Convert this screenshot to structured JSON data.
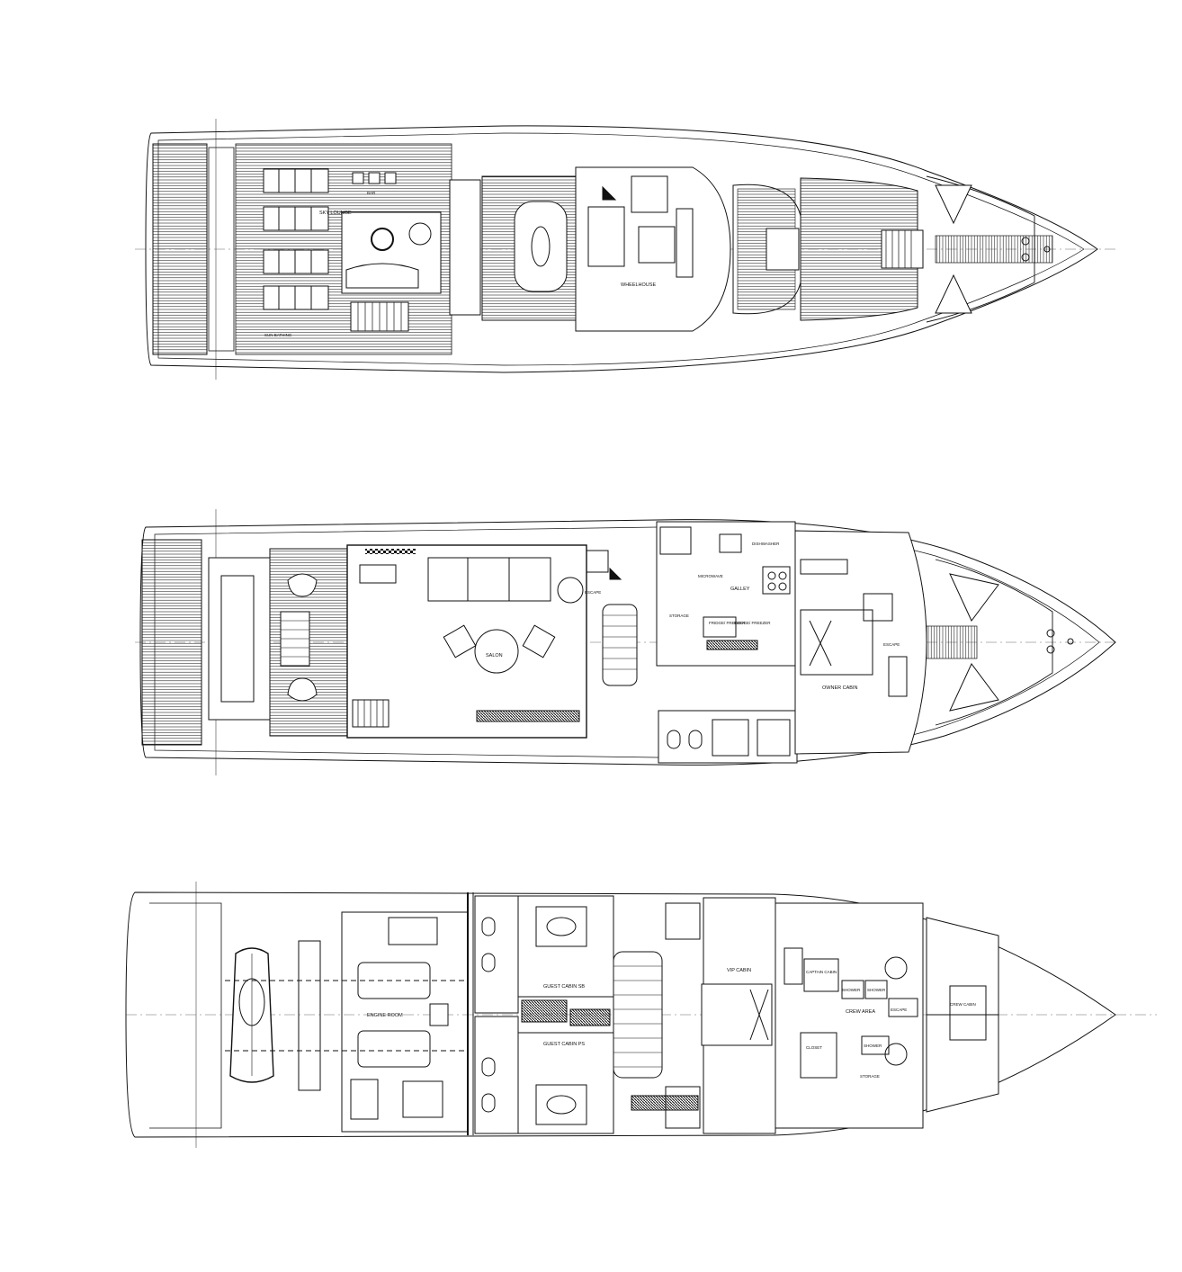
{
  "upper_deck": {
    "labels": {
      "sky_lounge": "SKY LOUNGE",
      "wheelhouse": "WHEELHOUSE",
      "bar": "BAR",
      "sunbathing": "SUN BATHING"
    }
  },
  "main_deck": {
    "labels": {
      "saloon": "SALON",
      "galley": "GALLEY",
      "owner_cabin": "OWNER CABIN",
      "escape_port": "ESCAPE",
      "escape_fwd": "ESCAPE",
      "storage": "STORAGE",
      "microwave": "MICROWAVE",
      "fridge_freezer_1": "FRIDGE/ FREEZER",
      "fridge_freezer_2": "FRIDGE/ FREEZER",
      "dishwasher": "DISHWASHER"
    }
  },
  "lower_deck": {
    "labels": {
      "engine_room": "ENGINE ROOM",
      "guest_cabin_sb": "GUEST CABIN SB",
      "guest_cabin_ps": "GUEST CABIN PS",
      "vip_cabin": "VIP CABIN",
      "crew_area": "CREW AREA",
      "captain_cabin": "CAPTAIN CABIN",
      "crew_cabin": "CREW CABIN",
      "escape": "ESCAPE",
      "shower_1": "SHOWER",
      "shower_2": "SHOWER",
      "shower_3": "SHOWER",
      "storage": "STORAGE",
      "closet": "CLOSET"
    }
  },
  "colors": {
    "line": "#111111",
    "centerline": "#9a9a9a",
    "background": "#ffffff"
  }
}
